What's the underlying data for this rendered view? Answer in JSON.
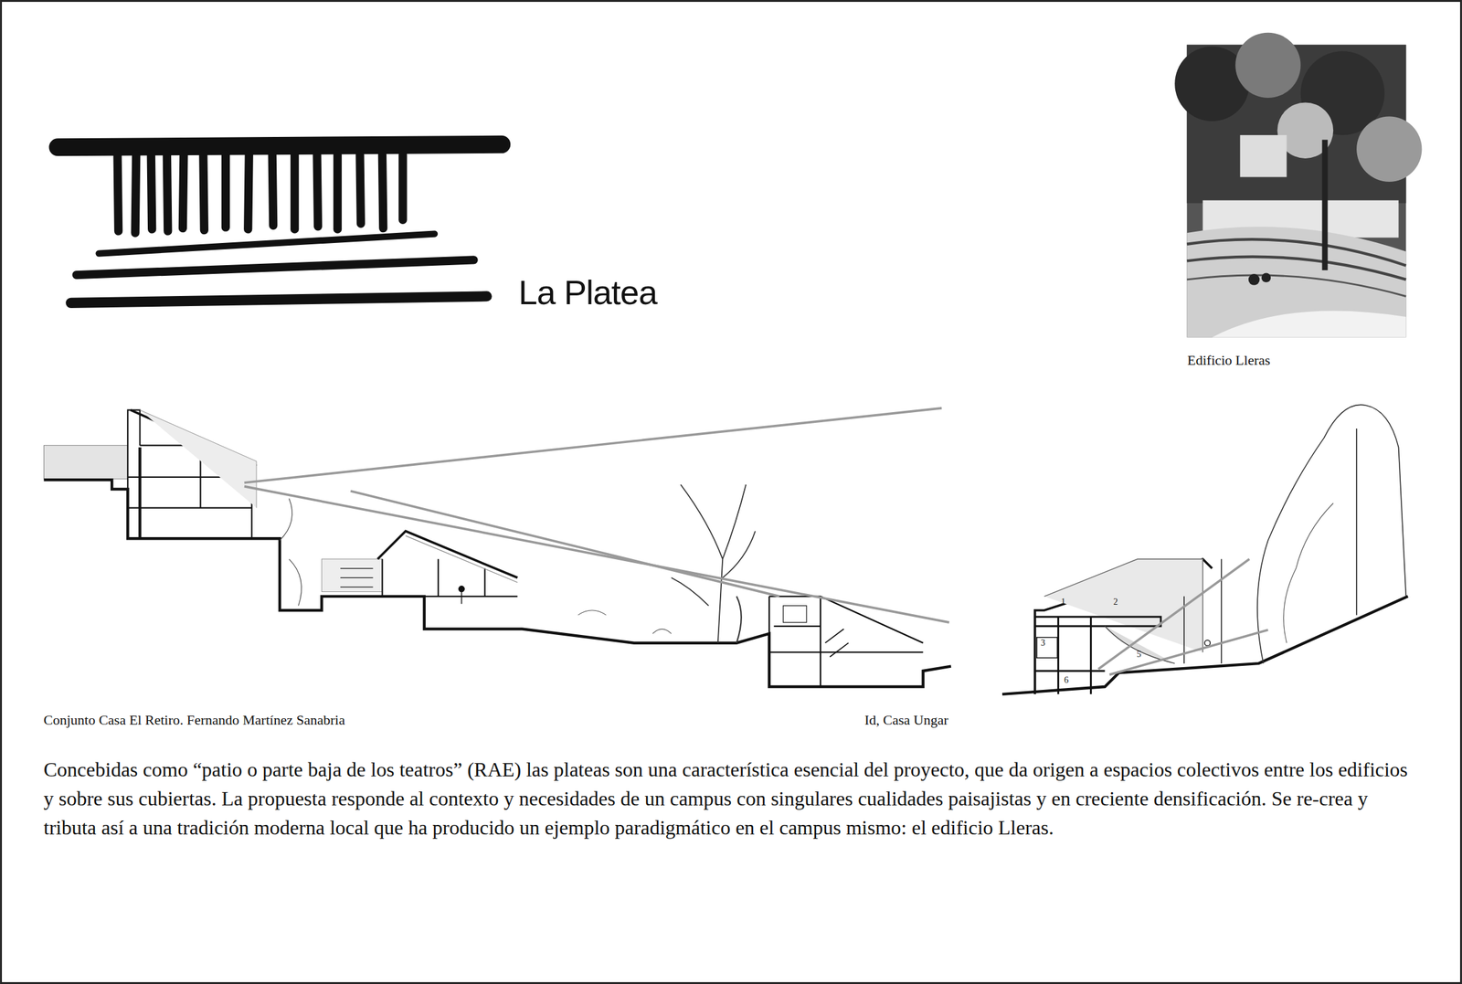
{
  "diagram": {
    "title": "La Platea",
    "caption": "Concebidas como “patio o parte baja de los teatros” (RAE) las plateas son una característica esencial del proyecto, que da origen a espacios colectivos entre los edificios y sobre sus cubiertas. La propuesta responde al contexto y necesidades de un campus con singulares cualidades paisajistas y en creciente densificación. Se re-crea y tributa así a una tradición moderna local que ha producido un ejemplo paradigmático en el campus mismo: el edificio Lleras.",
    "labels": [
      "Edificio Lleras",
      "Conjunto Casa El Retiro.  Fernando Martínez Sanabria",
      "Id, Casa Ungar",
      "1",
      "2",
      "3",
      "5",
      "6"
    ]
  }
}
